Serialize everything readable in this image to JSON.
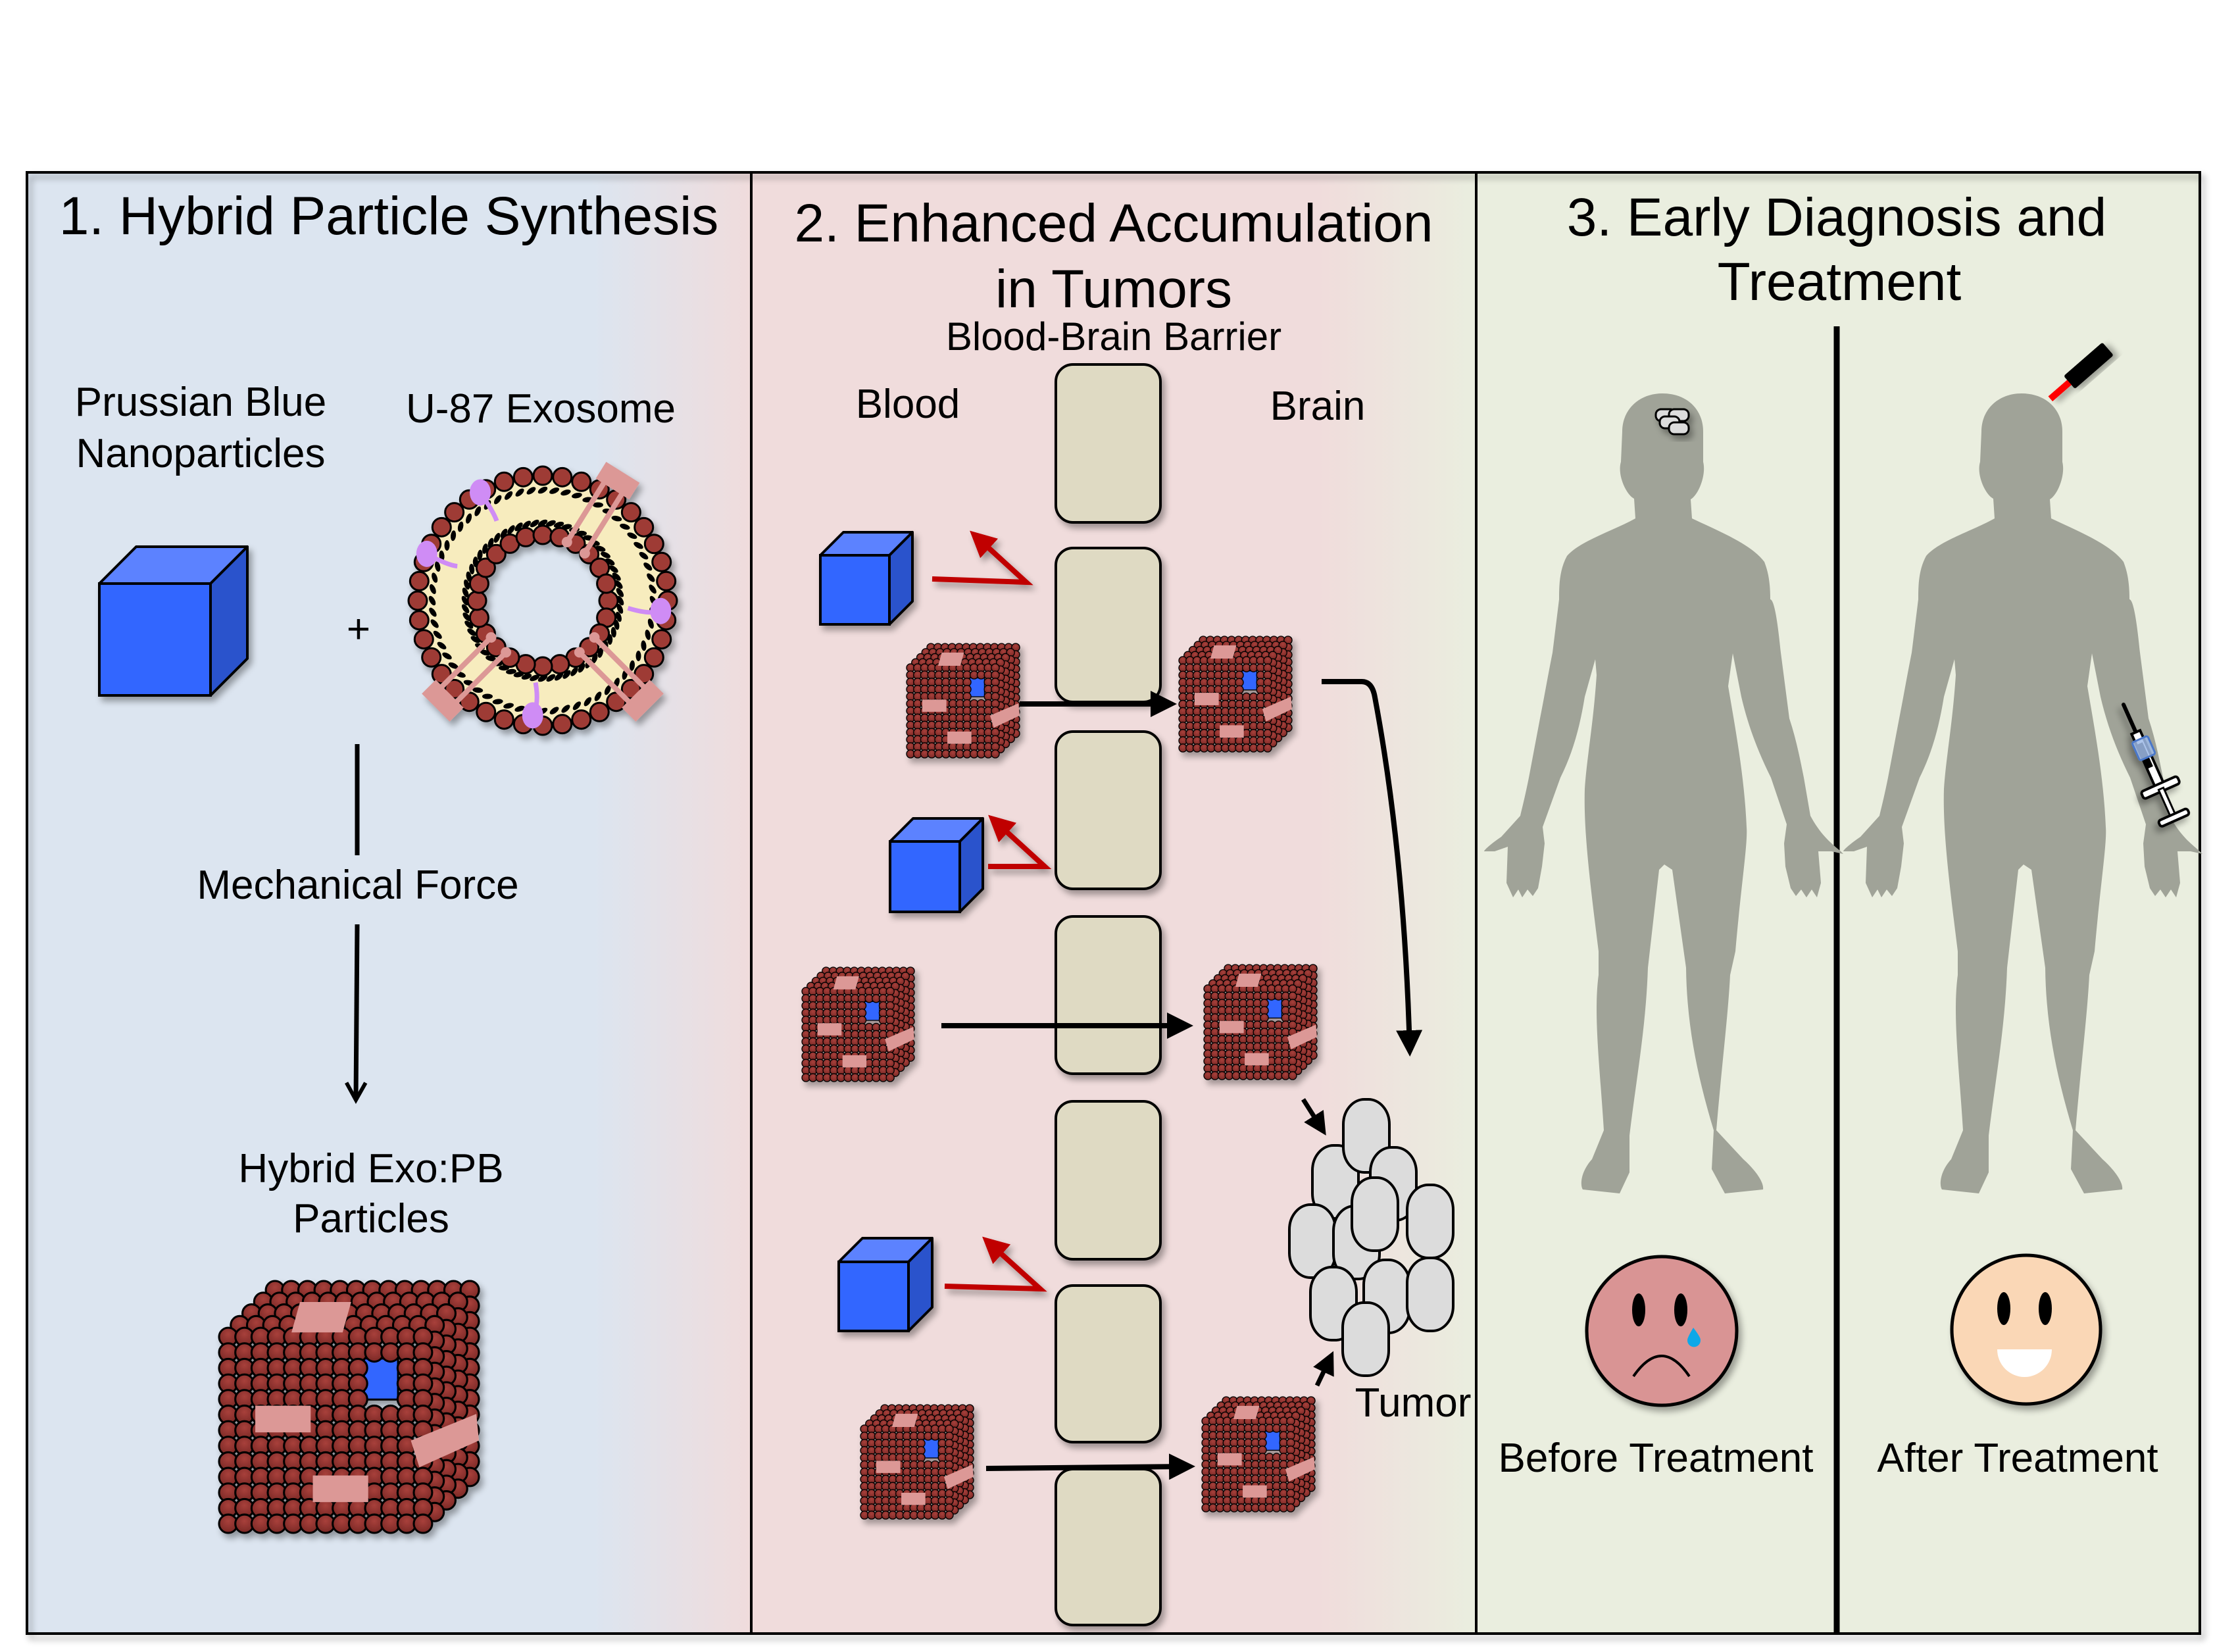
{
  "figure": {
    "panels": [
      {
        "id": "synthesis",
        "title": "1. Hybrid Particle Synthesis",
        "labels": {
          "pb_line1": "Prussian Blue",
          "pb_line2": "Nanoparticles",
          "exosome": "U-87 Exosome",
          "plus": "+",
          "mechanical_force": "Mechanical Force",
          "hybrid_line1": "Hybrid Exo:PB",
          "hybrid_line2": "Particles"
        }
      },
      {
        "id": "accumulation",
        "title_line1": "2. Enhanced Accumulation",
        "title_line2": "in Tumors",
        "labels": {
          "barrier": "Blood-Brain Barrier",
          "blood": "Blood",
          "brain": "Brain",
          "tumor": "Tumor"
        }
      },
      {
        "id": "diagnosis",
        "title_line1": "3. Early Diagnosis and",
        "title_line2": "Treatment",
        "labels": {
          "before": "Before Treatment",
          "after": "After Treatment"
        }
      }
    ],
    "colors": {
      "panel1_bg": "#dce5f0",
      "panel2_bg": "#f0dcdc",
      "panel3_bg": "#eaeedf",
      "pb_front": "#3366ff",
      "pb_top": "#5b82ff",
      "pb_side": "#2b52cc",
      "bead": "#9e3a36",
      "patch": "#dc9896",
      "membrane_core": "#f7ecbe",
      "protein": "#cf8cf5",
      "barrier_cell": "#dfdac3",
      "tumor_cell": "#dcdcdc",
      "rejected_arrow": "#c00000",
      "body": "#a0a398",
      "sad_face": "#d99494",
      "happy_face": "#fad7b6",
      "tear": "#10a8e8",
      "laser": "#ff0000"
    },
    "icons": {
      "pb_nanoparticle": "blue-cube-icon",
      "exosome": "lipid-bilayer-vesicle-icon",
      "hybrid_particle": "bead-coated-cube-icon",
      "tumor": "cell-cluster-icon",
      "laser": "laser-probe-icon",
      "syringe": "syringe-icon",
      "sad_face": "sad-face-icon",
      "happy_face": "happy-face-icon",
      "human": "human-silhouette-icon"
    }
  }
}
